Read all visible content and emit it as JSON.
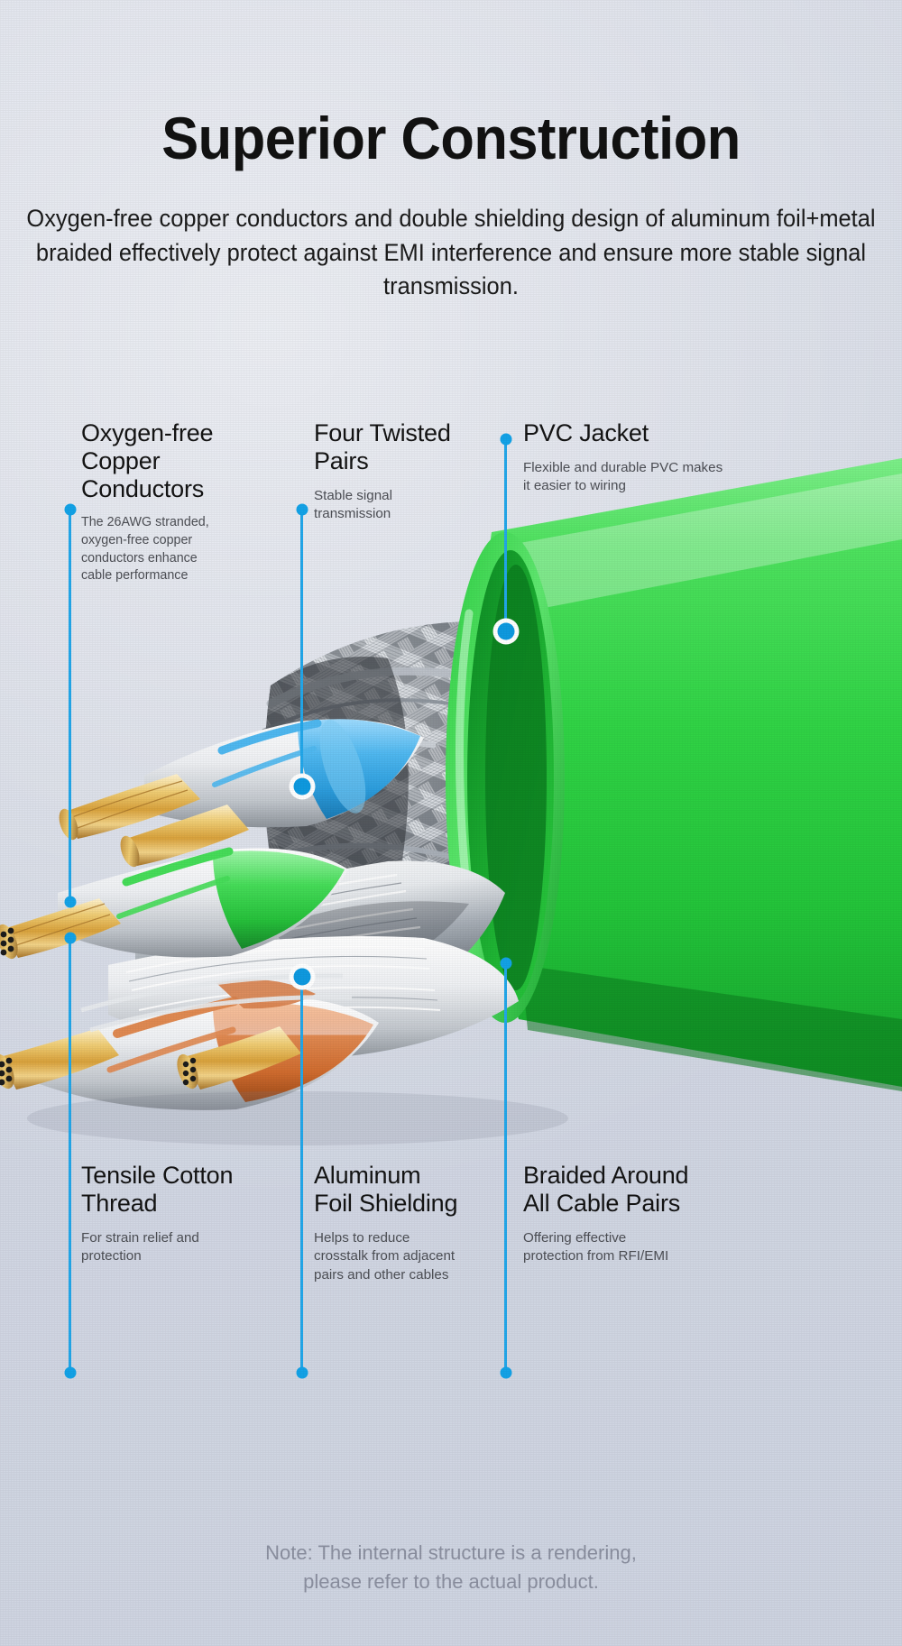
{
  "header": {
    "title": "Superior Construction",
    "subtitle": "Oxygen-free copper conductors and double shielding\ndesign of aluminum foil+metal braided effectively\nprotect against EMI interference and ensure\nmore stable signal transmission."
  },
  "colors": {
    "background": "#d5dae6",
    "accent": "#13a3e8",
    "jacket_green": "#3ddb4f",
    "copper_gold": "#e2b24a",
    "pair_blue": "#4fb8f0",
    "pair_green": "#3ddb4f",
    "pair_orange": "#e07a3f",
    "shield_silver": "#c8ccd2",
    "title_color": "#121212",
    "body_color": "#4d4f55",
    "note_color": "#8b90a0"
  },
  "callouts": [
    {
      "id": "oxygen-free-copper-conductors",
      "heading": "Oxygen-free\nCopper\nConductors",
      "body": "The 26AWG stranded,\noxygen-free copper\nconductors enhance\ncable performance"
    },
    {
      "id": "four-twisted-pairs",
      "heading": "Four Twisted\nPairs",
      "body": "Stable signal\ntransmission"
    },
    {
      "id": "pvc-jacket",
      "heading": "PVC Jacket",
      "body": "Flexible and durable PVC makes\nit easier to wiring"
    },
    {
      "id": "tensile-cotton-thread",
      "heading": "Tensile Cotton\nThread",
      "body": "For strain relief and\nprotection"
    },
    {
      "id": "aluminum-foil-shielding",
      "heading": "Aluminum\nFoil Shielding",
      "body": "Helps to reduce\ncrosstalk from adjacent\npairs and other cables"
    },
    {
      "id": "braided-around-all-cable-pairs",
      "heading": "Braided Around\nAll Cable Pairs",
      "body": "Offering effective\nprotection from RFI/EMI"
    }
  ],
  "footer": {
    "note": "Note: The internal structure is a rendering,\nplease refer to the actual product."
  }
}
